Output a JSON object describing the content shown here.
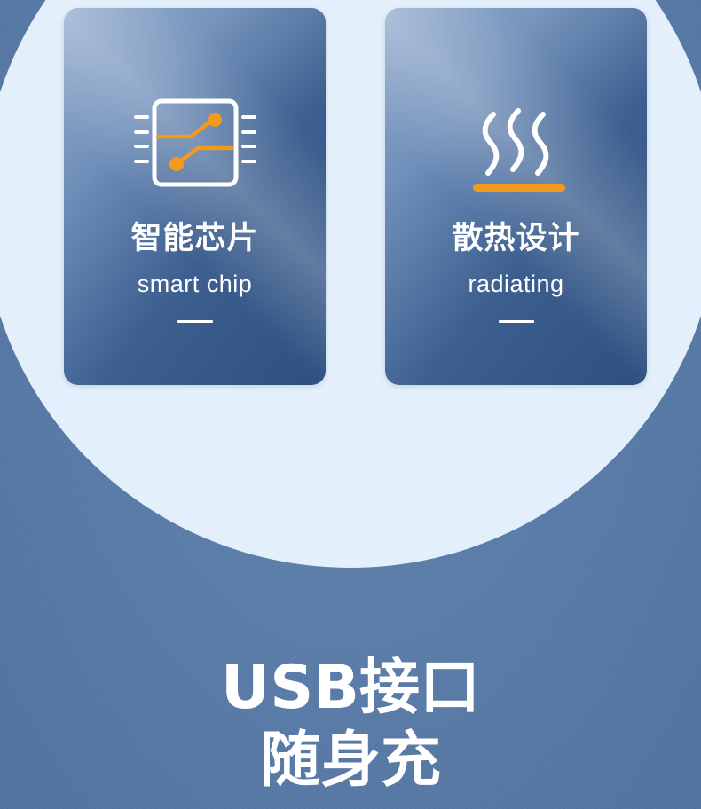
{
  "features": [
    {
      "title": "智能芯片",
      "subtitle": "smart chip",
      "icon": "chip-icon"
    },
    {
      "title": "散热设计",
      "subtitle": "radiating",
      "icon": "heat-waves-icon"
    }
  ],
  "headline": {
    "line1": "USB接口",
    "line2": "随身充"
  },
  "colors": {
    "background": "#5779a3",
    "oval": "#e3f0fb",
    "card_dark": "#2e4f80",
    "card_light": "#8aa5c9",
    "accent_orange": "#f39a1e",
    "text": "#ffffff"
  }
}
